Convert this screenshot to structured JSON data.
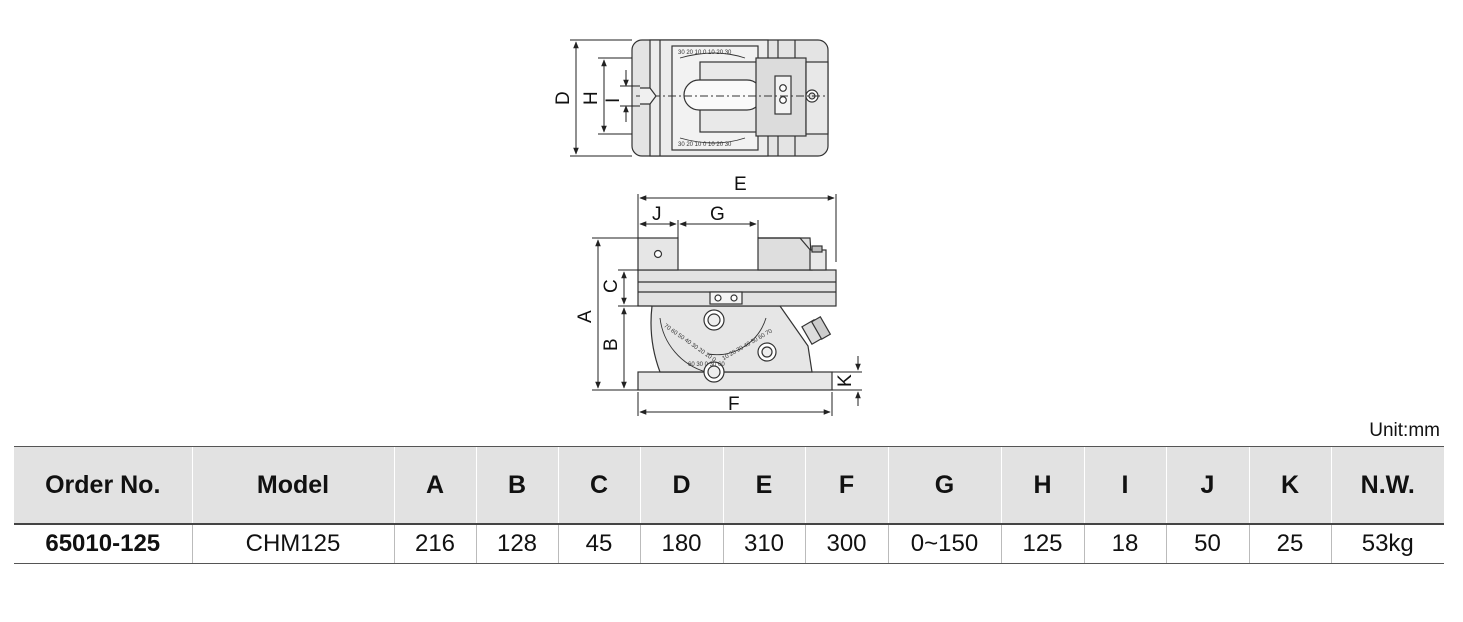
{
  "drawing": {
    "dimension_labels": {
      "A": "A",
      "B": "B",
      "C": "C",
      "D": "D",
      "E": "E",
      "F": "F",
      "G": "G",
      "H": "H",
      "I": "I",
      "J": "J",
      "K": "K"
    },
    "top_scale_ticks": "30 20 10 0 10 20 30",
    "bottom_scale_ticks": "30 20 10 0 10 20 30",
    "side_scale_left": "70 60 50 40 30 20 10 0",
    "side_scale_right": "10 20 30 40 50 60 70",
    "side_scale_lower": "60 30 0 30 60"
  },
  "unit": "Unit:mm",
  "table": {
    "headers": [
      "Order No.",
      "Model",
      "A",
      "B",
      "C",
      "D",
      "E",
      "F",
      "G",
      "H",
      "I",
      "J",
      "K",
      "N.W."
    ],
    "rows": [
      [
        "65010-125",
        "CHM125",
        "216",
        "128",
        "45",
        "180",
        "310",
        "300",
        "0~150",
        "125",
        "18",
        "50",
        "25",
        "53kg"
      ]
    ]
  }
}
